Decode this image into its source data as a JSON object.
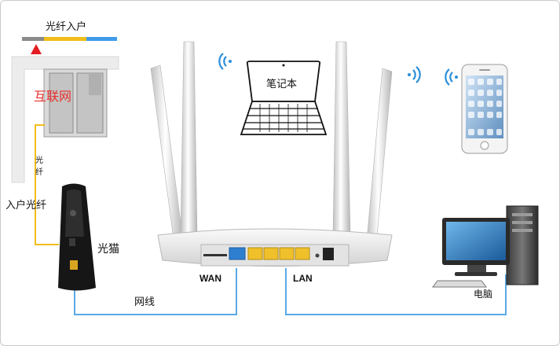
{
  "labels": {
    "fiber_in": "光纤入户",
    "watermark": "互联网",
    "fiber_vertical": "光纤",
    "home_fiber": "入户光纤",
    "modem": "光猫",
    "wan": "WAN",
    "lan": "LAN",
    "cable": "网线",
    "computer": "电脑",
    "laptop": "笔记本"
  },
  "colors": {
    "fiber_line": "#f2bd1a",
    "network_cable": "#5aa9e6",
    "fiber_bar_gray": "#8a8a8a",
    "fiber_bar_yellow": "#f2bd1a",
    "fiber_bar_blue": "#3f9bea",
    "arrow": "#e31e24",
    "watermark": "#e8302d",
    "wifi": "#2a8fd9"
  },
  "icons": {
    "wall_box": "fiber-wall-box-icon",
    "modem": "optical-modem-icon",
    "router": "wireless-router-icon",
    "laptop": "laptop-icon",
    "phone": "smartphone-icon",
    "computer": "desktop-computer-icon",
    "wifi": "wifi-signal-icon"
  }
}
